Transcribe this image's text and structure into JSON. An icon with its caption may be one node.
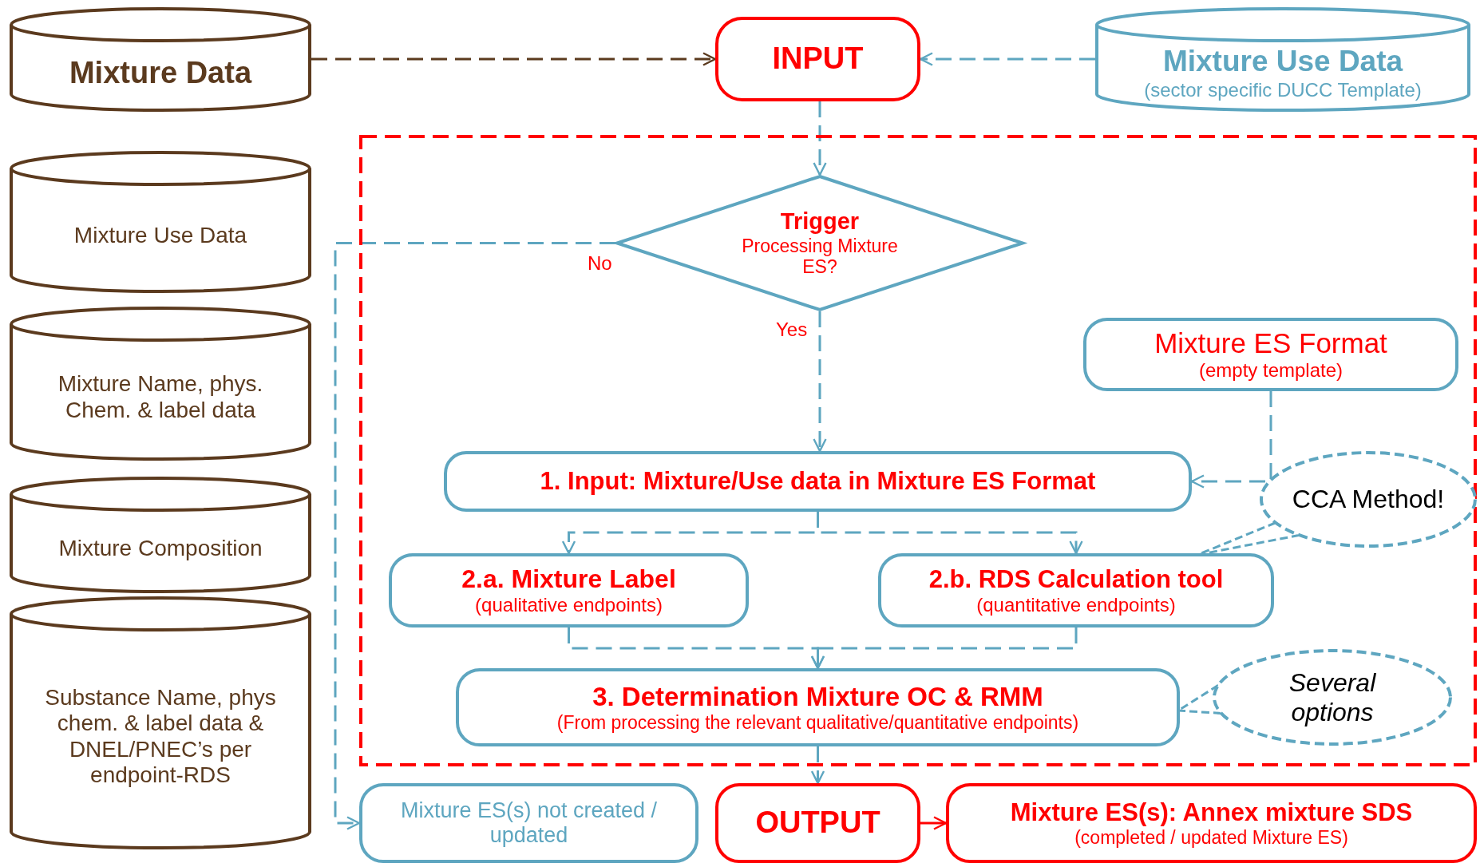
{
  "diagram": {
    "nodes": [
      {
        "text": [
          "Mixture Data"
        ]
      },
      {
        "text": [
          "INPUT"
        ]
      },
      {
        "text": [
          "Mixture Use Data",
          "(sector specific DUCC Template)"
        ]
      },
      {
        "text": [
          "Mixture Use Data"
        ]
      },
      {
        "text": [
          "Mixture Name, phys. Chem. & label data"
        ]
      },
      {
        "text": [
          "Mixture Composition"
        ]
      },
      {
        "text": [
          "Substance Name, phys chem. & label data & DNEL/PNEC’s per endpoint-RDS"
        ]
      },
      {
        "text": [],
        "shape": "box"
      },
      {
        "text": [
          "Trigger",
          "Processing Mixture ES?"
        ],
        "in": 7
      },
      {
        "text": [
          "Mixture ES Format",
          "(empty template)"
        ],
        "in": 7
      },
      {
        "text": [
          "1. Input: Mixture/Use data in Mixture ES Format"
        ],
        "in": 7
      },
      {
        "text": [
          "CCA Method!"
        ],
        "in": 7
      },
      {
        "text": [
          "2.a. Mixture Label",
          "(qualitative endpoints)"
        ],
        "in": 7
      },
      {
        "text": [
          "2.b. RDS Calculation tool",
          "(quantitative endpoints)"
        ],
        "in": 7
      },
      {
        "text": [
          "3. Determination Mixture OC & RMM",
          "(From processing the relevant qualitative/quantitative endpoints)"
        ],
        "in": 7
      },
      {
        "text": [
          "Several options"
        ],
        "in": 7
      },
      {
        "text": [
          "Mixture ES(s) not created / updated"
        ]
      },
      {
        "text": [
          "OUTPUT"
        ]
      },
      {
        "text": [
          "Mixture ES(s): Annex mixture SDS",
          "(completed / updated Mixture ES)"
        ]
      }
    ],
    "edges": [
      {
        "from": 0,
        "to": 1,
        "arrow": "to",
        "style": "dashed",
        "color": "#5b3a1e"
      },
      {
        "from": 2,
        "to": 1,
        "arrow": "to",
        "style": "dashed"
      },
      {
        "from": 1,
        "to": 8,
        "arrow": "to",
        "style": "dashed"
      },
      {
        "from": 8,
        "to": 16,
        "arrow": "to",
        "style": "dashed",
        "label": "No"
      },
      {
        "from": 8,
        "to": 10,
        "arrow": "to",
        "style": "dashed",
        "label": "Yes"
      },
      {
        "from": 9,
        "to": 10,
        "arrow": "to",
        "style": "dashed"
      },
      {
        "from": 10,
        "to": 12,
        "arrow": "to",
        "style": "dashed"
      },
      {
        "from": 10,
        "to": 13,
        "arrow": "to",
        "style": "dashed"
      },
      {
        "from": 12,
        "to": 14,
        "arrow": "to",
        "style": "dashed"
      },
      {
        "from": 13,
        "to": 14,
        "arrow": "to",
        "style": "dashed"
      },
      {
        "from": 11,
        "to": 13,
        "arrow": "none",
        "style": "dashed"
      },
      {
        "from": 15,
        "to": 14,
        "arrow": "none",
        "style": "dashed"
      },
      {
        "from": 14,
        "to": 17,
        "arrow": "to",
        "style": "dashed"
      },
      {
        "from": 17,
        "to": 18,
        "arrow": "to",
        "color": "#ff0000"
      }
    ]
  }
}
